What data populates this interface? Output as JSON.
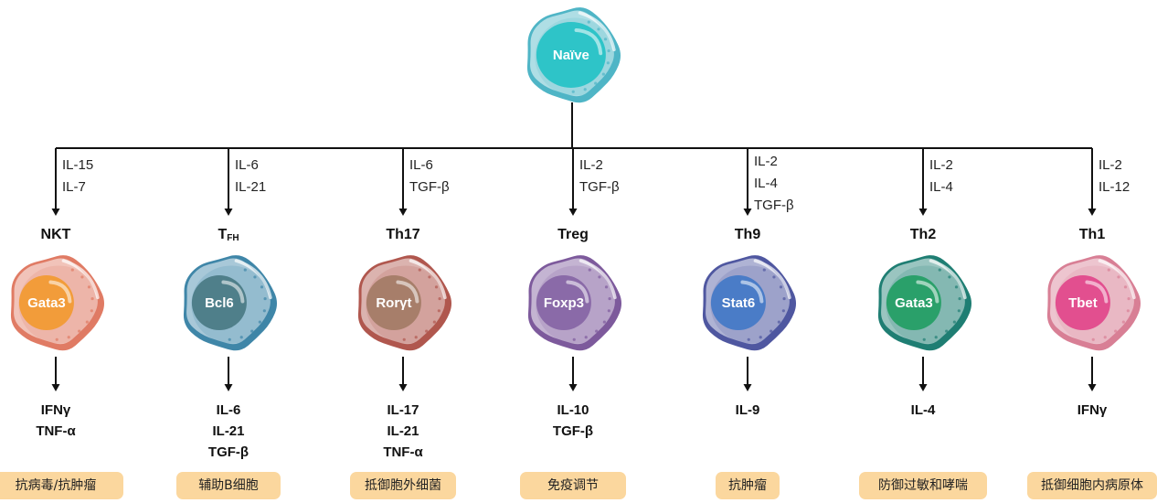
{
  "root": {
    "label": "Naïve",
    "color": "#2ec4c8"
  },
  "subsets": [
    {
      "name": "NKT",
      "sub": "",
      "tf": "Gata3",
      "inducers": [
        "IL-15",
        "IL-7"
      ],
      "cytokines": [
        "IFNγ",
        "TNF-α"
      ],
      "function": "抗病毒/抗肿瘤",
      "outer": "#e07b64",
      "inner": "#f29c3a"
    },
    {
      "name": "T",
      "sub": "FH",
      "tf": "Bcl6",
      "inducers": [
        "IL-6",
        "IL-21"
      ],
      "cytokines": [
        "IL-6",
        "IL-21",
        "TGF-β"
      ],
      "function": "辅助B细胞",
      "outer": "#3f86a8",
      "inner": "#4f7f8a"
    },
    {
      "name": "Th17",
      "sub": "",
      "tf": "Rorγt",
      "inducers": [
        "IL-6",
        "TGF-β"
      ],
      "cytokines": [
        "IL-17",
        "IL-21",
        "TNF-α"
      ],
      "function": "抵御胞外细菌",
      "outer": "#b0574e",
      "inner": "#a77e6a"
    },
    {
      "name": "Treg",
      "sub": "",
      "tf": "Foxp3",
      "inducers": [
        "IL-2",
        "TGF-β"
      ],
      "cytokines": [
        "IL-10",
        "TGF-β"
      ],
      "function": "免疫调节",
      "outer": "#7d5a9c",
      "inner": "#8a6aa8"
    },
    {
      "name": "Th9",
      "sub": "",
      "tf": "Stat6",
      "inducers": [
        "IL-2",
        "IL-4",
        "TGF-β"
      ],
      "cytokines": [
        "IL-9"
      ],
      "function": "抗肿瘤",
      "outer": "#4f57a0",
      "inner": "#4a7cc7"
    },
    {
      "name": "Th2",
      "sub": "",
      "tf": "Gata3",
      "inducers": [
        "IL-2",
        "IL-4"
      ],
      "cytokines": [
        "IL-4"
      ],
      "function": "防御过敏和哮喘",
      "outer": "#1f7e73",
      "inner": "#2aa06a"
    },
    {
      "name": "Th1",
      "sub": "",
      "tf": "Tbet",
      "inducers": [
        "IL-2",
        "IL-12"
      ],
      "cytokines": [
        "IFNγ"
      ],
      "function": "抵御细胞内病原体",
      "outer": "#d87f95",
      "inner": "#e24f8f"
    }
  ]
}
